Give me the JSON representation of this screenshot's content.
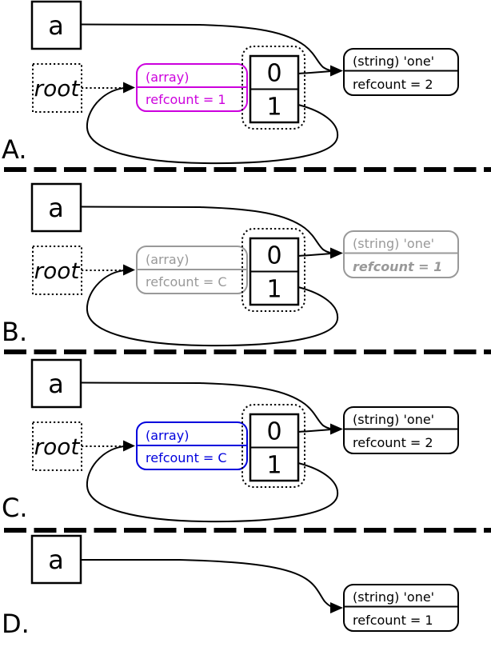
{
  "colors": {
    "panel_a_array_highlight": "#cc00dd",
    "panel_b_faded": "#999999",
    "panel_c_array_highlight": "#0000dd",
    "line": "#000000",
    "background": "#ffffff"
  },
  "panels": [
    {
      "label": "A.",
      "var_name": "a",
      "root_label": "root",
      "array_type": "(array)",
      "array_refcount": "refcount = 1",
      "cell_0": "0",
      "cell_1": "1",
      "string_type": "(string) 'one'",
      "string_refcount": "refcount = 2"
    },
    {
      "label": "B.",
      "var_name": "a",
      "root_label": "root",
      "array_type": "(array)",
      "array_refcount": "refcount = C",
      "cell_0": "0",
      "cell_1": "1",
      "string_type": "(string) 'one'",
      "string_refcount": "refcount = 1"
    },
    {
      "label": "C.",
      "var_name": "a",
      "root_label": "root",
      "array_type": "(array)",
      "array_refcount": "refcount = C",
      "cell_0": "0",
      "cell_1": "1",
      "string_type": "(string) 'one'",
      "string_refcount": "refcount = 2"
    },
    {
      "label": "D.",
      "var_name": "a",
      "string_type": "(string) 'one'",
      "string_refcount": "refcount = 1"
    }
  ]
}
